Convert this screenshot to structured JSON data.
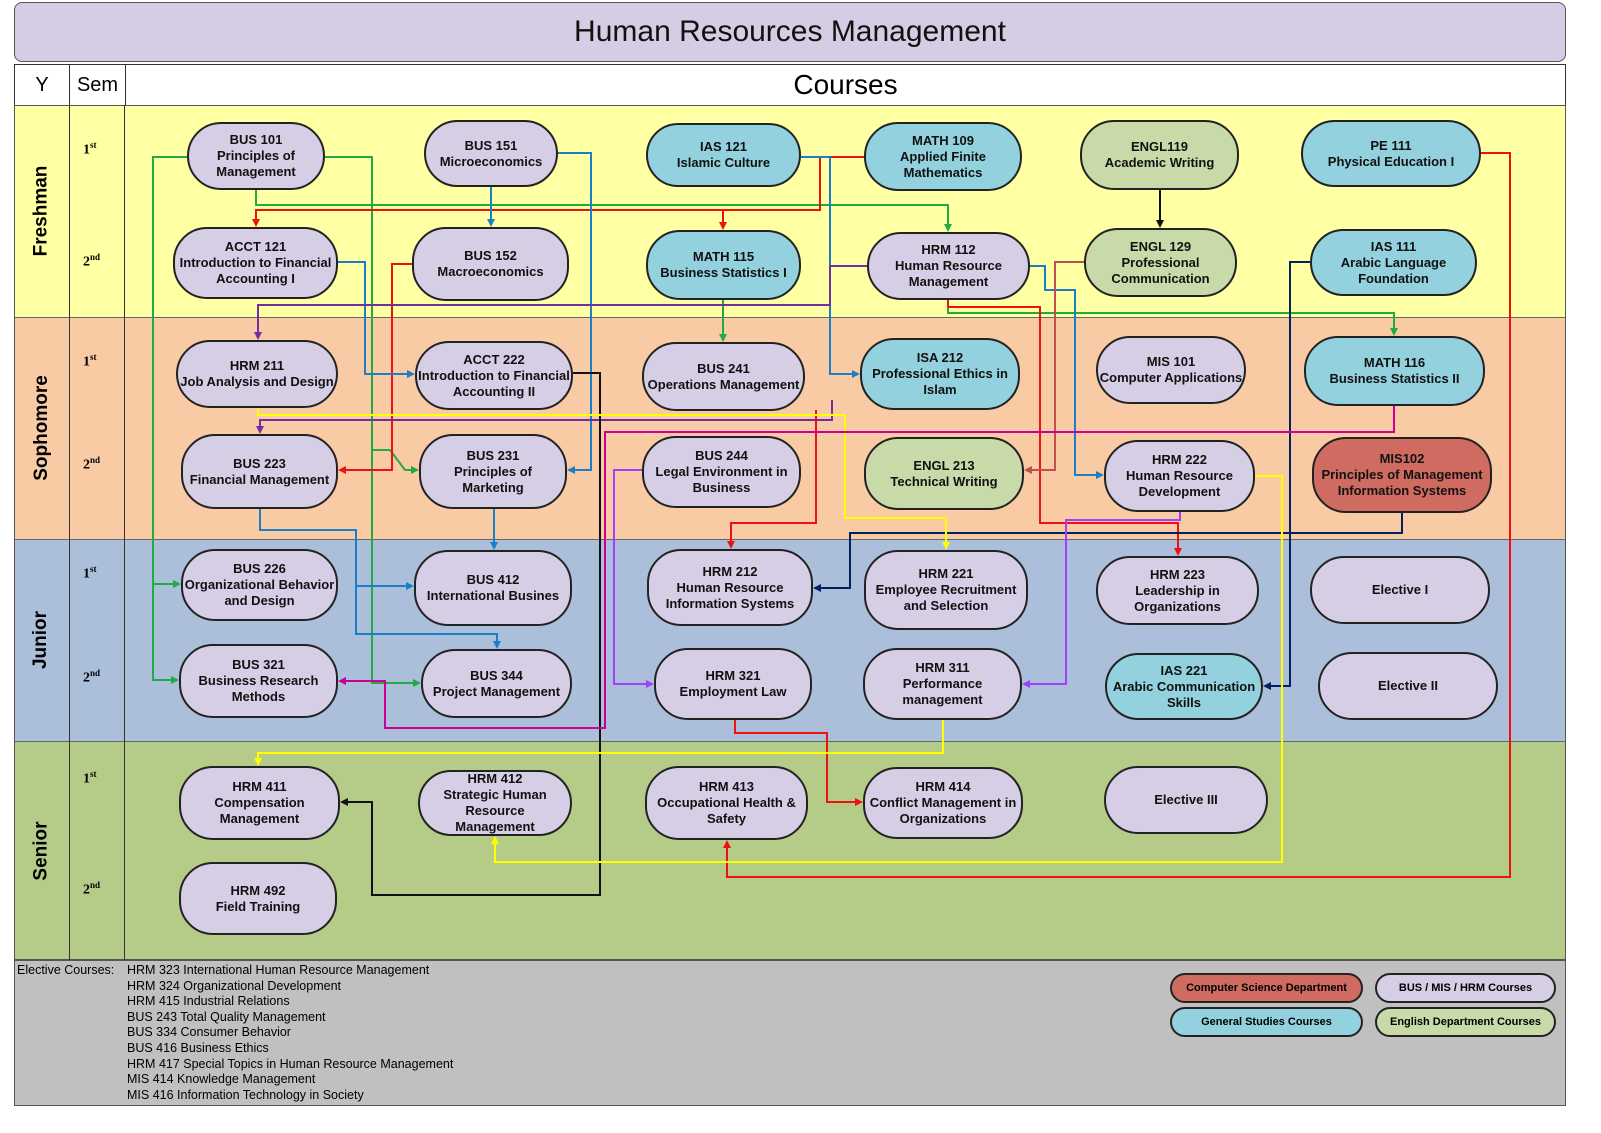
{
  "title": "Human Resources Management",
  "header": {
    "year": "Y",
    "sem": "Sem",
    "courses": "Courses"
  },
  "years": [
    "Freshman",
    "Sophomore",
    "Junior",
    "Senior"
  ],
  "semesters": [
    {
      "num": "1",
      "sup": "st"
    },
    {
      "num": "2",
      "sup": "nd"
    }
  ],
  "courses": [
    {
      "id": "bus101",
      "cat": "bus",
      "lines": [
        "BUS 101",
        "Principles of",
        "Management"
      ]
    },
    {
      "id": "bus151",
      "cat": "bus",
      "lines": [
        "BUS 151",
        "Microeconomics"
      ]
    },
    {
      "id": "ias121",
      "cat": "gen",
      "lines": [
        "IAS 121",
        "Islamic Culture"
      ]
    },
    {
      "id": "math109",
      "cat": "gen",
      "lines": [
        "MATH 109",
        "Applied Finite",
        "Mathematics"
      ]
    },
    {
      "id": "engl119",
      "cat": "eng",
      "lines": [
        "ENGL119",
        "Academic Writing"
      ]
    },
    {
      "id": "pe111",
      "cat": "gen",
      "lines": [
        "PE 111",
        "Physical Education I"
      ]
    },
    {
      "id": "acct121",
      "cat": "bus",
      "lines": [
        "ACCT 121",
        "Introduction to Financial",
        "Accounting I"
      ]
    },
    {
      "id": "bus152",
      "cat": "bus",
      "lines": [
        "BUS 152",
        "Macroeconomics"
      ]
    },
    {
      "id": "math115",
      "cat": "gen",
      "lines": [
        "MATH 115",
        "Business Statistics I"
      ]
    },
    {
      "id": "hrm112",
      "cat": "bus",
      "lines": [
        "HRM 112",
        "Human Resource",
        "Management"
      ]
    },
    {
      "id": "engl129",
      "cat": "eng",
      "lines": [
        "ENGL 129",
        "Professional",
        "Communication"
      ]
    },
    {
      "id": "ias111",
      "cat": "gen",
      "lines": [
        "IAS 111",
        "Arabic Language",
        "Foundation"
      ]
    },
    {
      "id": "hrm211",
      "cat": "bus",
      "lines": [
        "HRM 211",
        "Job Analysis and Design"
      ]
    },
    {
      "id": "acct222",
      "cat": "bus",
      "lines": [
        "ACCT 222",
        "Introduction to Financial",
        "Accounting II"
      ]
    },
    {
      "id": "bus241",
      "cat": "bus",
      "lines": [
        "BUS 241",
        "Operations Management"
      ]
    },
    {
      "id": "isa212",
      "cat": "gen",
      "lines": [
        "ISA 212",
        "Professional Ethics in",
        "Islam"
      ]
    },
    {
      "id": "mis101",
      "cat": "bus",
      "lines": [
        "MIS 101",
        "Computer Applications"
      ]
    },
    {
      "id": "math116",
      "cat": "gen",
      "lines": [
        "MATH 116",
        "Business Statistics II"
      ]
    },
    {
      "id": "bus223",
      "cat": "bus",
      "lines": [
        "BUS 223",
        "Financial Management"
      ]
    },
    {
      "id": "bus231",
      "cat": "bus",
      "lines": [
        "BUS 231",
        "Principles of",
        "Marketing"
      ]
    },
    {
      "id": "bus244",
      "cat": "bus",
      "lines": [
        "BUS 244",
        "Legal Environment in",
        "Business"
      ]
    },
    {
      "id": "engl213",
      "cat": "eng",
      "lines": [
        "ENGL 213",
        "Technical Writing"
      ]
    },
    {
      "id": "hrm222",
      "cat": "bus",
      "lines": [
        "HRM 222",
        "Human Resource",
        "Development"
      ]
    },
    {
      "id": "mis102",
      "cat": "cs",
      "lines": [
        "MIS102",
        "Principles of Management",
        "Information Systems"
      ]
    },
    {
      "id": "bus226",
      "cat": "bus",
      "lines": [
        "BUS 226",
        "Organizational Behavior",
        "and Design"
      ]
    },
    {
      "id": "bus412",
      "cat": "bus",
      "lines": [
        "BUS 412",
        "International Busines"
      ]
    },
    {
      "id": "hrm212",
      "cat": "bus",
      "lines": [
        "HRM 212",
        "Human Resource",
        "Information Systems"
      ]
    },
    {
      "id": "hrm221",
      "cat": "bus",
      "lines": [
        "HRM 221",
        "Employee Recruitment",
        "and Selection"
      ]
    },
    {
      "id": "hrm223",
      "cat": "bus",
      "lines": [
        "HRM 223",
        "Leadership in",
        "Organizations"
      ]
    },
    {
      "id": "elec1",
      "cat": "bus",
      "lines": [
        "Elective I"
      ]
    },
    {
      "id": "bus321",
      "cat": "bus",
      "lines": [
        "BUS 321",
        "Business Research",
        "Methods"
      ]
    },
    {
      "id": "bus344",
      "cat": "bus",
      "lines": [
        "BUS 344",
        "Project Management"
      ]
    },
    {
      "id": "hrm321",
      "cat": "bus",
      "lines": [
        "HRM 321",
        "Employment Law"
      ]
    },
    {
      "id": "hrm311",
      "cat": "bus",
      "lines": [
        "HRM 311",
        "Performance",
        "management"
      ]
    },
    {
      "id": "ias221",
      "cat": "gen",
      "lines": [
        "IAS 221",
        "Arabic Communication",
        "Skills"
      ]
    },
    {
      "id": "elec2",
      "cat": "bus",
      "lines": [
        "Elective II"
      ]
    },
    {
      "id": "hrm411",
      "cat": "bus",
      "lines": [
        "HRM 411",
        "Compensation",
        "Management"
      ]
    },
    {
      "id": "hrm412",
      "cat": "bus",
      "lines": [
        "HRM 412",
        "Strategic Human",
        "Resource",
        "Management"
      ]
    },
    {
      "id": "hrm413",
      "cat": "bus",
      "lines": [
        "HRM 413",
        "Occupational Health &",
        "Safety"
      ]
    },
    {
      "id": "hrm414",
      "cat": "bus",
      "lines": [
        "HRM 414",
        "Conflict Management in",
        "Organizations"
      ]
    },
    {
      "id": "elec3",
      "cat": "bus",
      "lines": [
        "Elective III"
      ]
    },
    {
      "id": "hrm492",
      "cat": "bus",
      "lines": [
        "HRM 492",
        "Field Training"
      ]
    }
  ],
  "electives": {
    "label": "Elective Courses:",
    "items": [
      "HRM 323 International Human Resource Management",
      "HRM 324 Organizational Development",
      "HRM 415 Industrial Relations",
      "BUS 243 Total Quality Management",
      "BUS 334 Consumer Behavior",
      "BUS 416 Business Ethics",
      "HRM 417 Special Topics in Human Resource Management",
      "MIS 414 Knowledge Management",
      "MIS 416 Information Technology in Society"
    ]
  },
  "legend": [
    {
      "cat": "cs",
      "label": "Computer Science Department"
    },
    {
      "cat": "bus",
      "label": "BUS / MIS / HRM Courses"
    },
    {
      "cat": "gen",
      "label": "General Studies Courses"
    },
    {
      "cat": "eng",
      "label": "English Department Courses"
    }
  ]
}
